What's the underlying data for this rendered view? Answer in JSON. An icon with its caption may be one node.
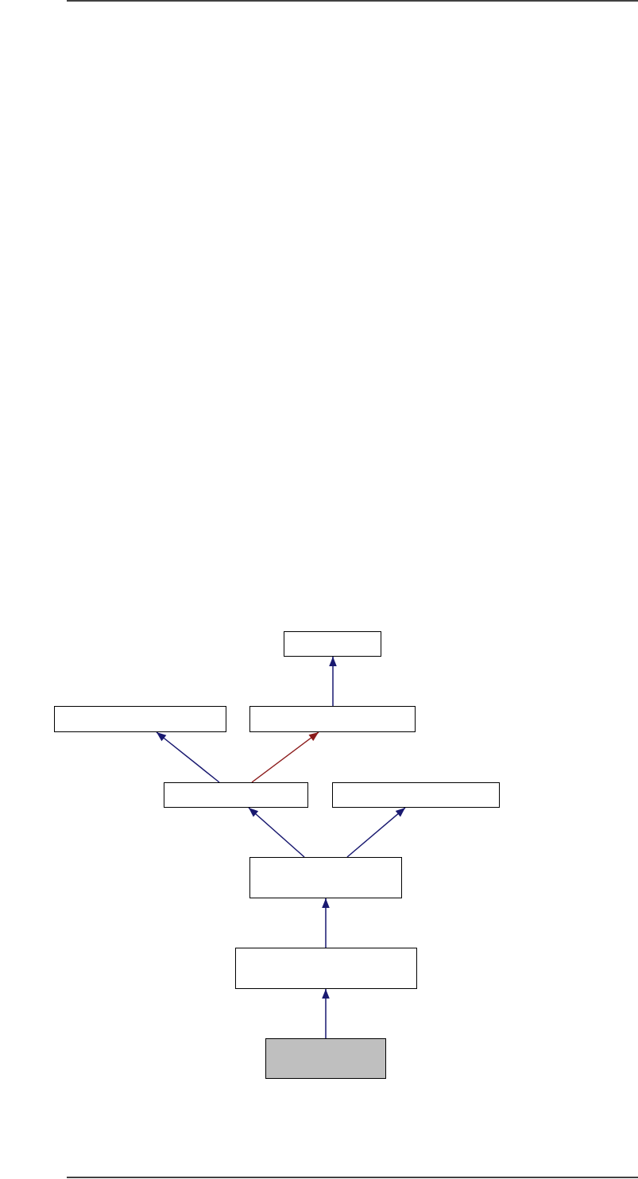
{
  "diagram": {
    "nodes": [
      {
        "text": [],
        "shape": "box"
      },
      {
        "text": [],
        "shape": "box"
      },
      {
        "text": [],
        "shape": "box"
      },
      {
        "text": [],
        "shape": "box"
      },
      {
        "text": [],
        "shape": "box"
      },
      {
        "text": [],
        "shape": "box"
      },
      {
        "text": [],
        "shape": "box"
      },
      {
        "text": [],
        "shape": "box"
      }
    ],
    "edges": [
      {
        "from": 2,
        "to": 0,
        "arrow": "to"
      },
      {
        "from": 3,
        "to": 1,
        "arrow": "to"
      },
      {
        "from": 3,
        "to": 2,
        "arrow": "to",
        "color": "#8b1a1a"
      },
      {
        "from": 5,
        "to": 3,
        "arrow": "to"
      },
      {
        "from": 5,
        "to": 4,
        "arrow": "to"
      },
      {
        "from": 6,
        "to": 5,
        "arrow": "to"
      },
      {
        "from": 7,
        "to": 6,
        "arrow": "to"
      }
    ]
  }
}
